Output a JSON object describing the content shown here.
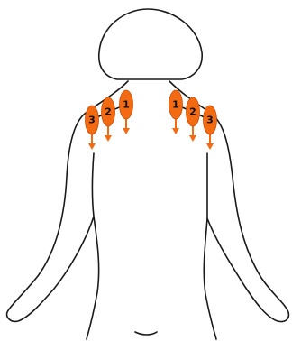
{
  "colors": {
    "marker_fill": "#f26a12",
    "outline": "#1a1a1a",
    "label": "#111111"
  },
  "markers": {
    "left": [
      {
        "number": "3"
      },
      {
        "number": "2"
      },
      {
        "number": "1"
      }
    ],
    "right": [
      {
        "number": "1"
      },
      {
        "number": "2"
      },
      {
        "number": "3"
      }
    ]
  }
}
